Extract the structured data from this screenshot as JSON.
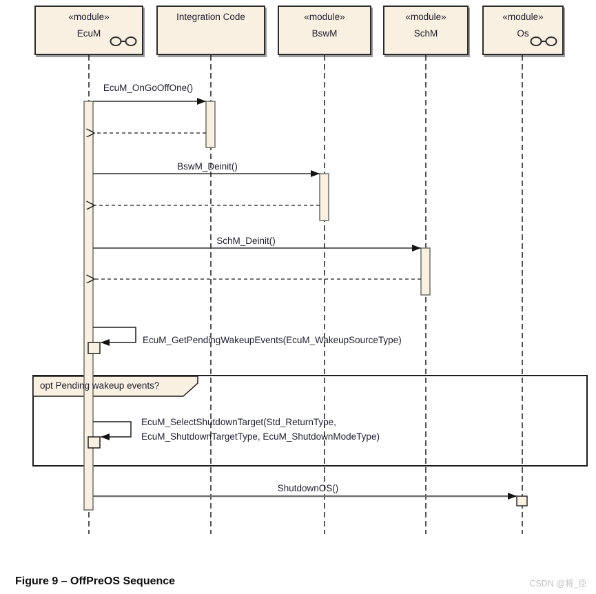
{
  "page": {
    "caption": "Figure 9 – OffPreOS Sequence",
    "watermark": "CSDN @将_臣"
  },
  "diagram": {
    "lifelines": [
      {
        "stereotype": "«module»",
        "name": "EcuM",
        "icon": "port-connector-icon"
      },
      {
        "stereotype": "",
        "name": "Integration Code",
        "icon": ""
      },
      {
        "stereotype": "«module»",
        "name": "BswM",
        "icon": ""
      },
      {
        "stereotype": "«module»",
        "name": "SchM",
        "icon": ""
      },
      {
        "stereotype": "«module»",
        "name": "Os",
        "icon": "port-connector-icon"
      }
    ],
    "messages": [
      {
        "kind": "sync",
        "from": "EcuM",
        "to": "Integration Code",
        "label": "EcuM_OnGoOffOne()"
      },
      {
        "kind": "return",
        "from": "Integration Code",
        "to": "EcuM",
        "label": ""
      },
      {
        "kind": "sync",
        "from": "EcuM",
        "to": "BswM",
        "label": "BswM_Deinit()"
      },
      {
        "kind": "return",
        "from": "BswM",
        "to": "EcuM",
        "label": ""
      },
      {
        "kind": "sync",
        "from": "EcuM",
        "to": "SchM",
        "label": "SchM_Deinit()"
      },
      {
        "kind": "return",
        "from": "SchM",
        "to": "EcuM",
        "label": ""
      },
      {
        "kind": "self",
        "from": "EcuM",
        "to": "EcuM",
        "label": "EcuM_GetPendingWakeupEvents(EcuM_WakeupSourceType)"
      },
      {
        "kind": "self",
        "from": "EcuM",
        "to": "EcuM",
        "label_line1": "EcuM_SelectShutdownTarget(Std_ReturnType,",
        "label_line2": "EcuM_ShutdownTargetType, EcuM_ShutdownModeType)"
      },
      {
        "kind": "sync",
        "from": "EcuM",
        "to": "Os",
        "label": "ShutdownOS()"
      }
    ],
    "fragment": {
      "label": "opt Pending wakeup events?"
    },
    "colors": {
      "box_fill": "#F9F0E1",
      "box_border": "#2b2b2b",
      "diagram_text": "#1e1e2f",
      "line": "#1b1b1b",
      "box_shadow": "#9a9a9a",
      "watermark": "#c0c0c0"
    }
  }
}
